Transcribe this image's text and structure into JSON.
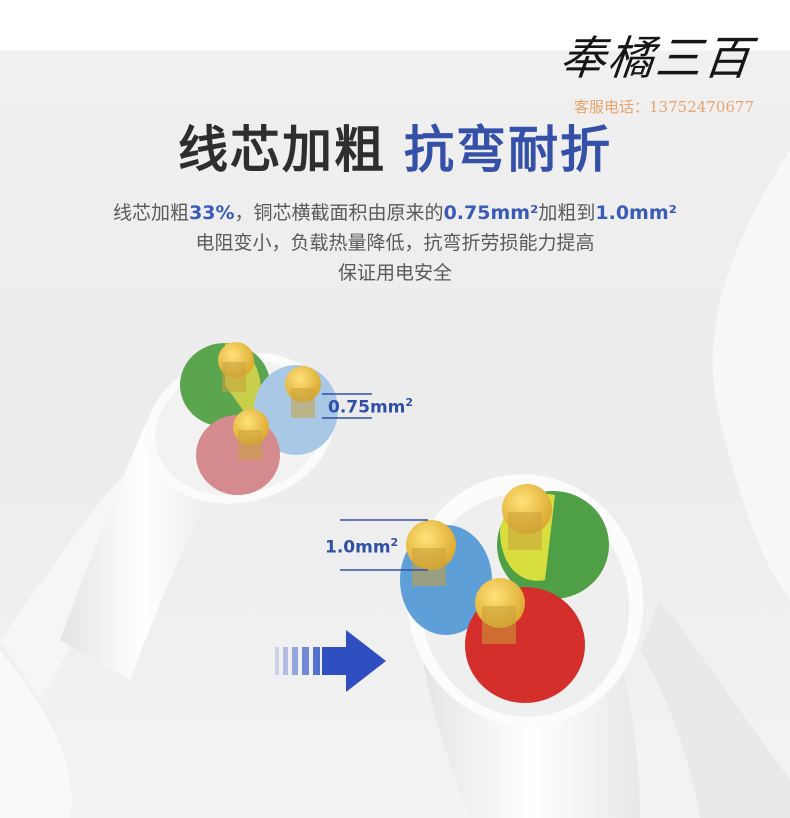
{
  "brand": {
    "logo_text": "奉橘三百",
    "service_label": "客服电话：",
    "service_phone": "13752470677"
  },
  "heading": {
    "part1": "线芯加粗",
    "part2": "抗弯耐折"
  },
  "description": {
    "line1": {
      "t1": "线芯加粗",
      "h1": "33%",
      "t2": "，铜芯横截面积由原来的",
      "h2": "0.75mm²",
      "t3": "加粗到",
      "h3": "1.0mm²"
    },
    "line2": "电阻变小，负载热量降低，抗弯折劳损能力提高",
    "line3": "保证用电安全"
  },
  "labels": {
    "old_size": "0.75mm",
    "new_size": "1.0mm",
    "sup": "2"
  },
  "colors": {
    "accent_blue": "#3550a8",
    "core_green": "#4caf4a",
    "core_blue": "#6aa3d8",
    "core_red": "#d9352f",
    "copper": "#f2c84a"
  }
}
